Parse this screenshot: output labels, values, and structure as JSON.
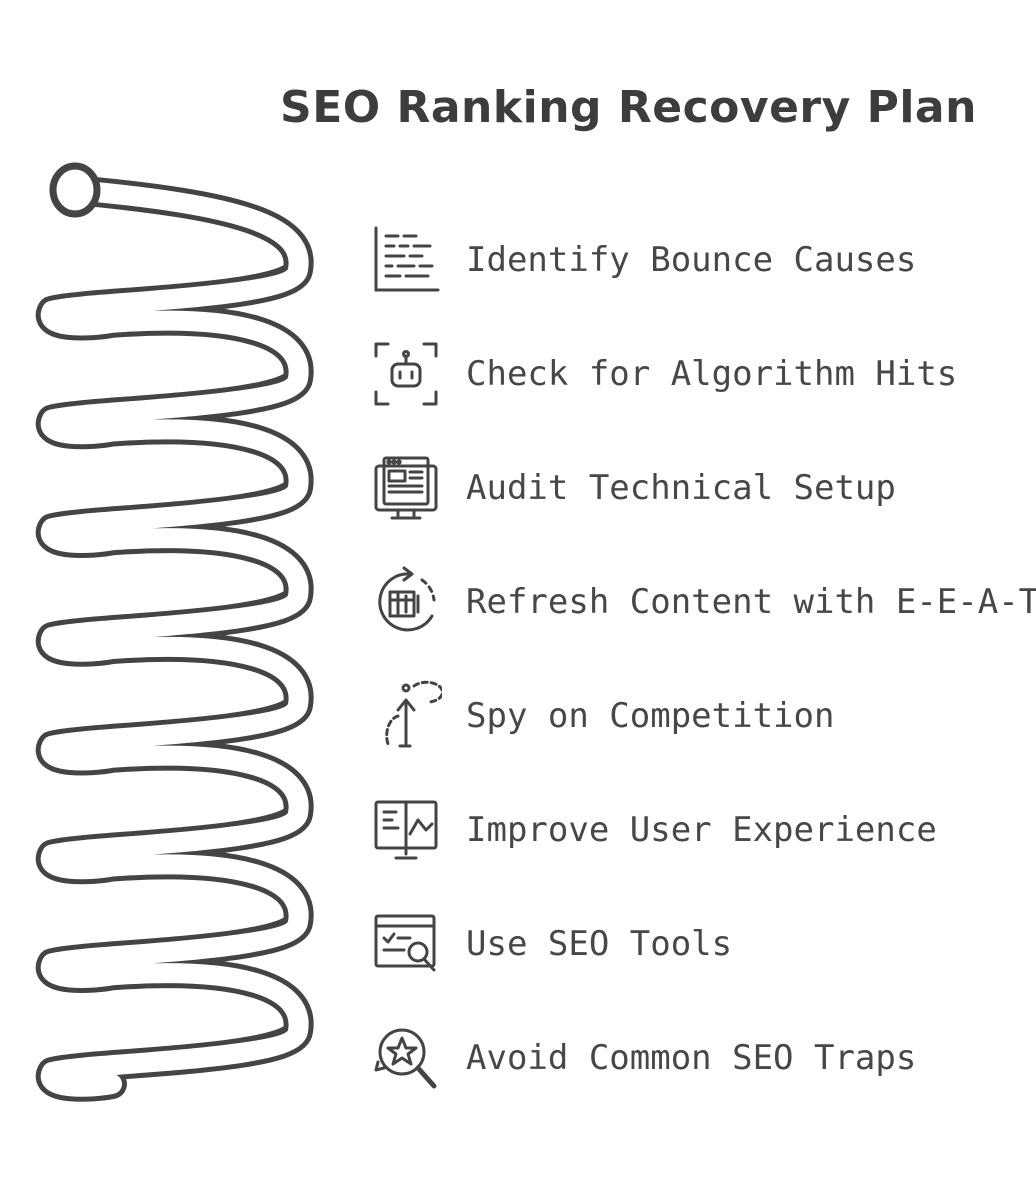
{
  "title": "SEO Ranking Recovery Plan",
  "colors": {
    "stroke": "#444444",
    "text": "#474747",
    "background": "#ffffff"
  },
  "steps": [
    {
      "label": "Identify Bounce Causes",
      "icon": "text-lines-icon"
    },
    {
      "label": "Check for Algorithm Hits",
      "icon": "robot-scan-icon"
    },
    {
      "label": "Audit Technical Setup",
      "icon": "monitor-webpage-icon"
    },
    {
      "label": "Refresh Content with E-E-A-T",
      "icon": "refresh-content-icon"
    },
    {
      "label": "Spy on Competition",
      "icon": "arrow-target-icon"
    },
    {
      "label": "Improve User Experience",
      "icon": "screen-layout-icon"
    },
    {
      "label": "Use SEO Tools",
      "icon": "browser-search-icon"
    },
    {
      "label": "Avoid Common SEO Traps",
      "icon": "star-magnifier-icon"
    }
  ]
}
